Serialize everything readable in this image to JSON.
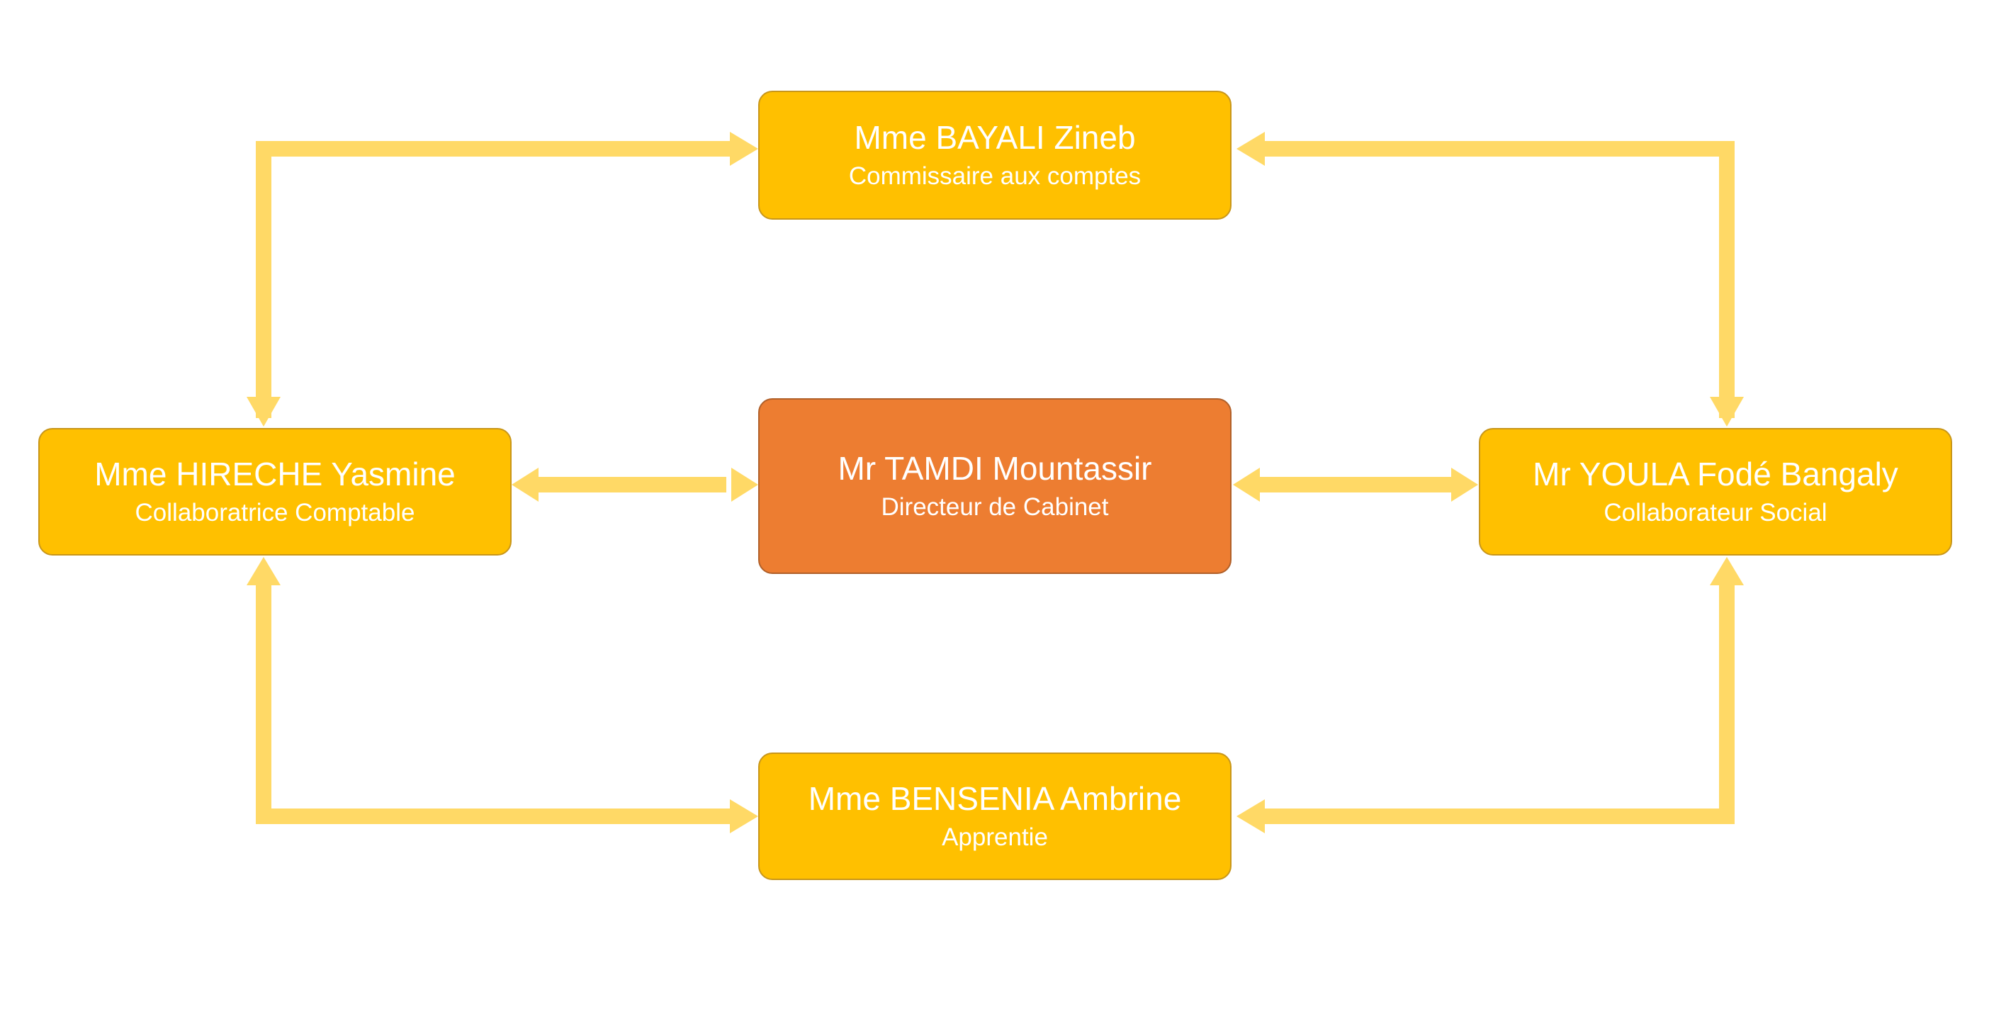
{
  "diagram": {
    "colors": {
      "node_fill": "#FFC000",
      "center_fill": "#ED7D31",
      "node_text": "#FFFFFF",
      "connector": "#FFD966"
    },
    "nodes": {
      "top": {
        "name": "Mme BAYALI Zineb",
        "role": "Commissaire aux comptes"
      },
      "left": {
        "name": "Mme HIRECHE Yasmine",
        "role": "Collaboratrice Comptable"
      },
      "center": {
        "name": "Mr TAMDI Mountassir",
        "role": "Directeur de Cabinet"
      },
      "right": {
        "name": "Mr YOULA Fodé Bangaly",
        "role": "Collaborateur Social"
      },
      "bottom": {
        "name": "Mme BENSENIA Ambrine",
        "role": "Apprentie"
      }
    }
  }
}
